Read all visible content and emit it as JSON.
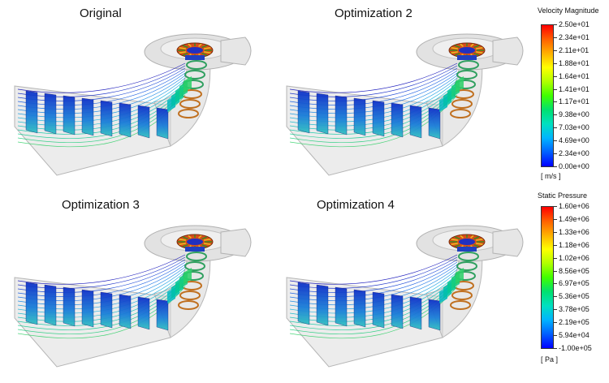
{
  "panels": [
    {
      "title": "Original"
    },
    {
      "title": "Optimization 2"
    },
    {
      "title": "Optimization 3"
    },
    {
      "title": "Optimization 4"
    }
  ],
  "legends": [
    {
      "title": "Velocity Magnitude",
      "unit": "[ m/s ]",
      "ticks": [
        "2.50e+01",
        "2.34e+01",
        "2.11e+01",
        "1.88e+01",
        "1.64e+01",
        "1.41e+01",
        "1.17e+01",
        "9.38e+00",
        "7.03e+00",
        "4.69e+00",
        "2.34e+00",
        "0.00e+00"
      ]
    },
    {
      "title": "Static Pressure",
      "unit": "[ Pa ]",
      "ticks": [
        "1.60e+06",
        "1.49e+06",
        "1.33e+06",
        "1.18e+06",
        "1.02e+06",
        "8.56e+05",
        "6.97e+05",
        "5.36e+05",
        "3.78e+05",
        "2.19e+05",
        "5.94e+04",
        "-1.00e+05"
      ]
    }
  ],
  "colors": {
    "scale": [
      "#0000ff",
      "#0060ff",
      "#00b4ff",
      "#00e0c0",
      "#00e070",
      "#40ff00",
      "#b0ff00",
      "#ffff00",
      "#ffb000",
      "#ff6000",
      "#ff0000"
    ]
  }
}
